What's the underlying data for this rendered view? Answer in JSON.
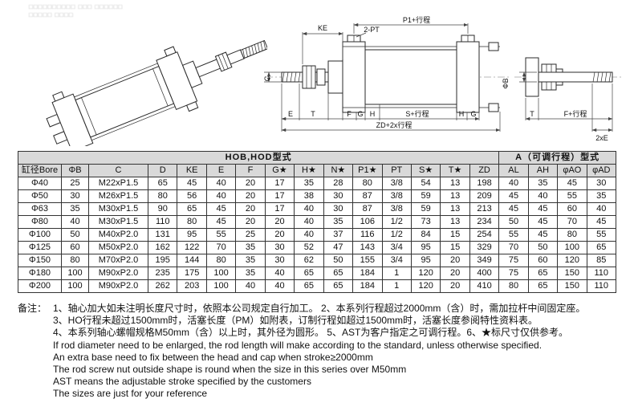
{
  "page": {
    "illegible_header_line1": "□□□□□□□□□□ □□□ □□□□□□",
    "illegible_header_line2": "□□□□□ □□□□"
  },
  "drawing": {
    "labels": {
      "ke": "KE",
      "two_pt": "2-PT",
      "p1_stroke": "P1+行程",
      "phi_b": "ΦB",
      "c": "C",
      "e": "E",
      "t": "T",
      "f": "F",
      "g": "G",
      "h": "H",
      "s_stroke": "S+行程",
      "h2": "H",
      "g2": "G",
      "zd_stroke": "ZD+2x行程",
      "phi_b2": "ΦB",
      "t2": "T",
      "f_stroke": "F+行程",
      "two_e": "2xE"
    }
  },
  "table": {
    "group_headers": [
      "HOB,HOD型式",
      "A（可调行程）型式"
    ],
    "columns": [
      "缸径Bore",
      "ΦB",
      "C",
      "D",
      "KE",
      "E",
      "F",
      "G★",
      "H★",
      "N★",
      "P1★",
      "PT",
      "S★",
      "T★",
      "ZD",
      "AL",
      "AH",
      "φAO",
      "φAD"
    ],
    "rows": [
      [
        "Φ40",
        "25",
        "M22xP1.5",
        "65",
        "45",
        "40",
        "20",
        "17",
        "35",
        "28",
        "80",
        "3/8",
        "54",
        "13",
        "198",
        "40",
        "35",
        "45",
        "30"
      ],
      [
        "Φ50",
        "30",
        "M26xP1.5",
        "80",
        "56",
        "40",
        "20",
        "17",
        "38",
        "30",
        "87",
        "3/8",
        "59",
        "13",
        "209",
        "45",
        "40",
        "55",
        "35"
      ],
      [
        "Φ63",
        "35",
        "M30xP1.5",
        "90",
        "65",
        "45",
        "20",
        "17",
        "40",
        "30",
        "87",
        "3/8",
        "59",
        "13",
        "213",
        "45",
        "45",
        "60",
        "40"
      ],
      [
        "Φ80",
        "40",
        "M30xP1.5",
        "110",
        "80",
        "45",
        "20",
        "20",
        "40",
        "35",
        "106",
        "1/2",
        "73",
        "13",
        "234",
        "50",
        "45",
        "70",
        "45"
      ],
      [
        "Φ100",
        "50",
        "M40xP2.0",
        "131",
        "95",
        "55",
        "25",
        "20",
        "40",
        "37",
        "116",
        "1/2",
        "84",
        "15",
        "254",
        "55",
        "45",
        "80",
        "55"
      ],
      [
        "Φ125",
        "60",
        "M50xP2.0",
        "162",
        "122",
        "70",
        "35",
        "30",
        "52",
        "47",
        "143",
        "3/4",
        "95",
        "15",
        "329",
        "70",
        "50",
        "100",
        "65"
      ],
      [
        "Φ150",
        "80",
        "M70xP2.0",
        "195",
        "144",
        "80",
        "35",
        "30",
        "62",
        "50",
        "155",
        "3/4",
        "95",
        "20",
        "349",
        "75",
        "60",
        "120",
        "85"
      ],
      [
        "Φ180",
        "100",
        "M90xP2.0",
        "235",
        "175",
        "100",
        "35",
        "40",
        "65",
        "65",
        "184",
        "1",
        "120",
        "20",
        "400",
        "75",
        "65",
        "150",
        "110"
      ],
      [
        "Φ200",
        "100",
        "M90xP2.0",
        "262",
        "203",
        "100",
        "40",
        "40",
        "65",
        "65",
        "184",
        "1",
        "120",
        "20",
        "410",
        "80",
        "65",
        "150",
        "110"
      ]
    ]
  },
  "notes": {
    "label": "备注：",
    "lines": [
      "1、轴心加大如未注明长度尺寸时，依照本公司规定自行加工。 2、本系列行程超过2000mm（含）时，需加拉杆中间固定座。",
      "3、HO行程未超过1500mm时，活塞长度（PM）如附表，订制行程如超过1500mm时，活塞长度参阅特性资料表。",
      "4、本系列轴心螺帽规格M50mm（含）以上时，其外径为圆形。  5、AST为客户指定之可调行程。6、★标尺寸仅供参考。",
      "If rod diameter need to be enlarged, the rod length will make according to the standard, unless otherwise specified.",
      "An extra base need to fix between the head and cap when stroke≥2000mm",
      "The rod screw nut outside shape is round when the size in this series over M50mm",
      "AST means the adjustable stroke specified by the customers",
      "The sizes are just for your reference"
    ]
  }
}
